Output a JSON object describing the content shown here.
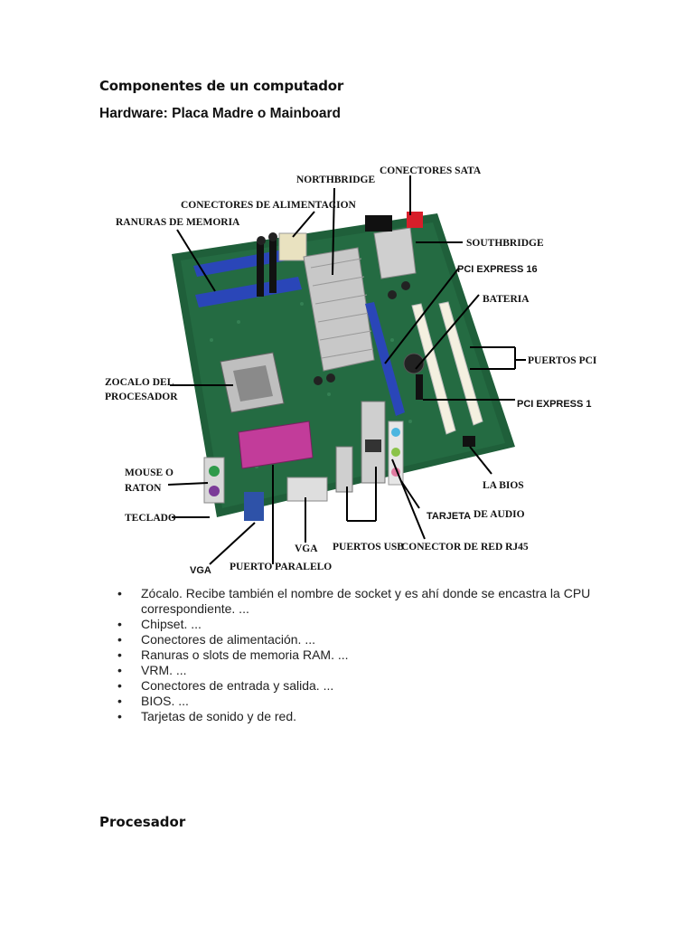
{
  "document": {
    "title": "Componentes de un computador",
    "subtitle": "Hardware: Placa Madre o  Mainboard",
    "section_heading": "Procesador"
  },
  "diagram": {
    "labels": {
      "northbridge": "NORTHBRIDGE",
      "conectores_sata": "CONECTORES SATA",
      "conectores_alimentacion": "CONECTORES DE ALIMENTACION",
      "ranuras_memoria": "RANURAS DE MEMORIA",
      "southbridge": "SOUTHBRIDGE",
      "pci_express_16": "PCI EXPRESS 16",
      "bateria": "BATERIA",
      "puertos_pci": "PUERTOS PCI",
      "zocalo_line1": "ZOCALO DEL",
      "zocalo_line2": "PROCESADOR",
      "pci_express_1": "PCI EXPRESS 1",
      "la_bios": "LA BIOS",
      "mouse_line1": "MOUSE O",
      "mouse_line2": "RATON",
      "tarjeta": "TARJETA",
      "de_audio": "DE AUDIO",
      "teclado": "TECLADO",
      "vga_left": "VGA",
      "vga_right": "VGA",
      "puertos_usb": "PUERTOS USB",
      "conector_red": "CONECTOR DE RED RJ45",
      "puerto_paralelo": "PUERTO PARALELO"
    }
  },
  "list": {
    "items": [
      "Zócalo. Recibe también el nombre de socket y es ahí donde se encastra la CPU correspondiente. ...",
      "Chipset. ...",
      "Conectores de alimentación. ...",
      "Ranuras o slots de memoria RAM. ...",
      "VRM. ...",
      "Conectores de entrada y salida. ...",
      "BIOS. ...",
      "Tarjetas de sonido y de red."
    ]
  }
}
